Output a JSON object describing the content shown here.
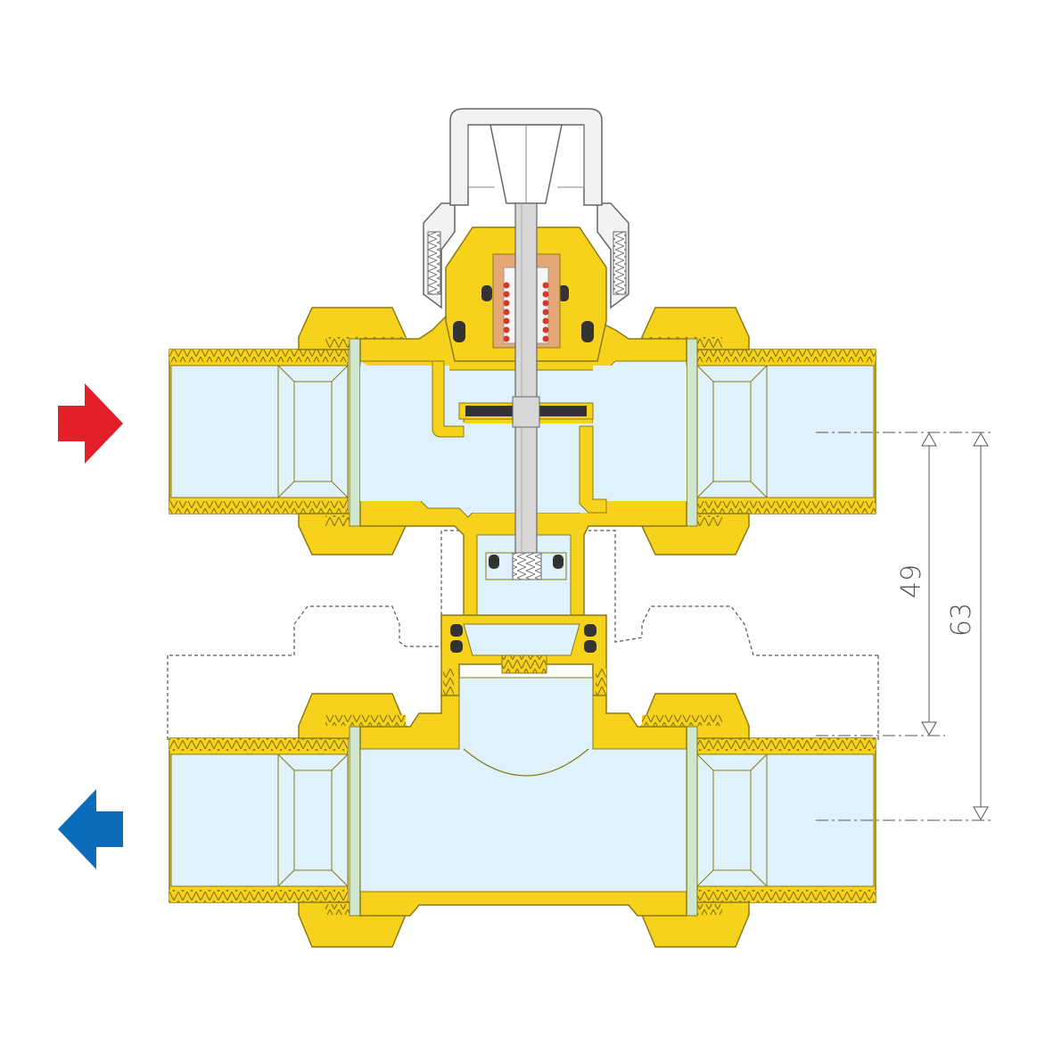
{
  "diagram": {
    "type": "valve-cross-section",
    "dimensions": [
      {
        "id": "dim-inner",
        "label": "49"
      },
      {
        "id": "dim-outer",
        "label": "63"
      }
    ],
    "flows": [
      {
        "id": "inlet",
        "direction": "right",
        "color": "#e3202a"
      },
      {
        "id": "outlet",
        "direction": "left",
        "color": "#0a6cba"
      }
    ],
    "colors": {
      "brass": "#f7d21c",
      "brass_outline": "#8a7a14",
      "water": "#dff2fb",
      "thread": "#c9a60c",
      "gasket": "#cfe7cf",
      "knob": "#f2f2f2",
      "stem": "#d8d8d8",
      "spring": "#d33a2a",
      "seal": "#333333",
      "dim_line": "#555555"
    }
  }
}
